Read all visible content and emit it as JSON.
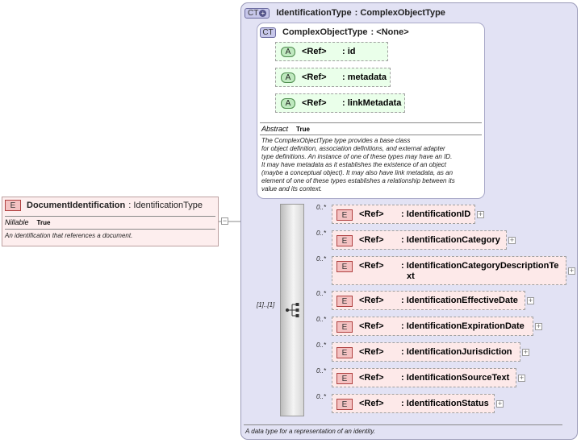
{
  "root_element": {
    "badge": "E",
    "name": "DocumentIdentification",
    "type": ": IdentificationType",
    "nillable_label": "Nillable",
    "nillable_value": "True",
    "documentation": "An identification that references a document."
  },
  "outer_type": {
    "badge": "CT",
    "name": "IdentificationType",
    "type": ": ComplexObjectType",
    "documentation": "A data type for a representation of an identity."
  },
  "base_type": {
    "badge": "CT",
    "name": "ComplexObjectType",
    "type": ": <None>",
    "attributes": [
      {
        "badge": "A",
        "ref": "<Ref>",
        "name": ": id"
      },
      {
        "badge": "A",
        "ref": "<Ref>",
        "name": ": metadata"
      },
      {
        "badge": "A",
        "ref": "<Ref>",
        "name": ": linkMetadata"
      }
    ],
    "abstract_label": "Abstract",
    "abstract_value": "True",
    "documentation_lines": [
      "The ComplexObjectType type provides a base class",
      "for object definition, association definitions, and external adapter",
      "type definitions. An instance of one of these types may have an ID.",
      "It may have metadata as it establishes the existence of an object",
      "(maybe a conceptual object). It may also have link metadata, as an",
      "element of one of these types establishes a relationship between its",
      "value and its context."
    ]
  },
  "sequence": {
    "occurrence": "[1]..[1]",
    "elements": [
      {
        "badge": "E",
        "occurrence": "0..*",
        "ref": "<Ref>",
        "name_lines": [
          ": IdentificationID"
        ]
      },
      {
        "badge": "E",
        "occurrence": "0..*",
        "ref": "<Ref>",
        "name_lines": [
          ": IdentificationCategory"
        ]
      },
      {
        "badge": "E",
        "occurrence": "0..*",
        "ref": "<Ref>",
        "name_lines": [
          ": IdentificationCategoryDescriptionTe",
          "xt"
        ]
      },
      {
        "badge": "E",
        "occurrence": "0..*",
        "ref": "<Ref>",
        "name_lines": [
          ": IdentificationEffectiveDate"
        ]
      },
      {
        "badge": "E",
        "occurrence": "0..*",
        "ref": "<Ref>",
        "name_lines": [
          ": IdentificationExpirationDate"
        ]
      },
      {
        "badge": "E",
        "occurrence": "0..*",
        "ref": "<Ref>",
        "name_lines": [
          ": IdentificationJurisdiction"
        ]
      },
      {
        "badge": "E",
        "occurrence": "0..*",
        "ref": "<Ref>",
        "name_lines": [
          ": IdentificationSourceText"
        ]
      },
      {
        "badge": "E",
        "occurrence": "0..*",
        "ref": "<Ref>",
        "name_lines": [
          ": IdentificationStatus"
        ]
      }
    ]
  },
  "icons": {
    "expand": "plus-box-icon",
    "sequence": "sequence-compositor-icon",
    "ct_expand": "plus-circle-icon",
    "collapse": "minus-box-icon"
  },
  "expand_symbol": "+",
  "collapse_symbol": "−",
  "colors": {
    "element_fill": "#fde9e9",
    "element_badge": "#f4c2c2",
    "attribute_fill": "#eaffea",
    "attribute_badge": "#bfe9bf",
    "complex_type_panel": "#e2e2f4",
    "complex_type_badge": "#c7c7ea"
  }
}
